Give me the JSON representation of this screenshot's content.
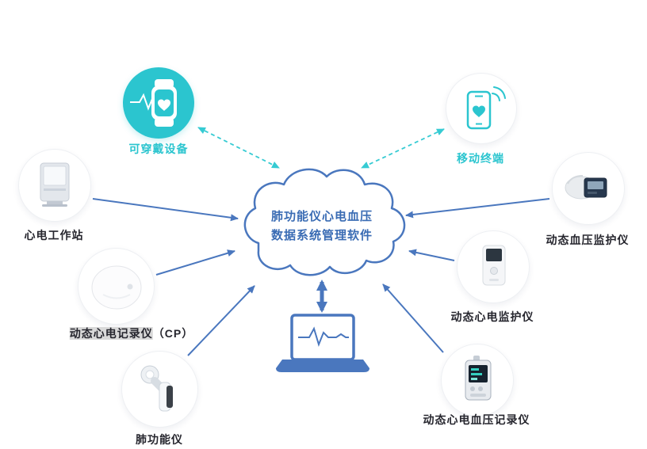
{
  "colors": {
    "teal": "#2BC5CF",
    "blue": "#4A77BE",
    "label_dark": "#26262e",
    "cloud_text": "#3A6CB4"
  },
  "cloud": {
    "line1": "肺功能仪心电血压",
    "line2": "数据系统管理软件"
  },
  "nodes": {
    "wearable": {
      "label": "可穿戴设备"
    },
    "mobile": {
      "label": "移动终端"
    },
    "workstation": {
      "label": "心电工作站"
    },
    "holter_recorder": {
      "label": "动态心电记录仪",
      "suffix": "（CP）"
    },
    "spirometer": {
      "label": "肺功能仪"
    },
    "abp_monitor": {
      "label": "动态血压监护仪"
    },
    "holter_monitor": {
      "label": "动态心电监护仪"
    },
    "ecg_bp_recorder": {
      "label": "动态心电血压记录仪"
    }
  }
}
